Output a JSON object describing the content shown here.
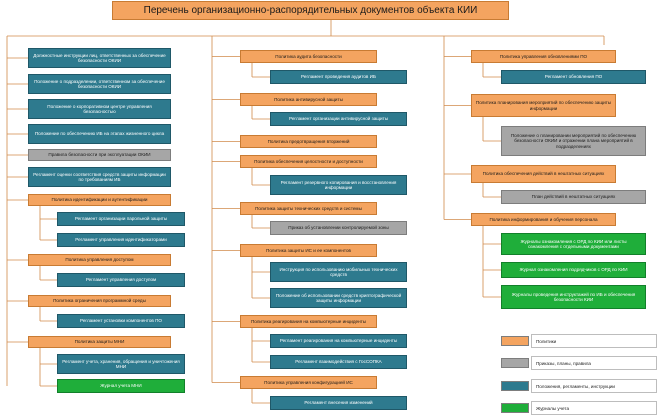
{
  "title": "Перечень организационно-распорядительных документов объекта КИИ",
  "colors": {
    "policy": "#f4a460",
    "order": "#a6a6a6",
    "regulation": "#2e7a8e",
    "journal": "#1fae3a",
    "line": "#d08a4a"
  },
  "nodes": {
    "c1": [
      {
        "text": "Должностные инструкции лиц, ответственных за обеспечение безопасности ОКИИ",
        "type": "regulation"
      },
      {
        "text": "Положение о подразделении, ответственном за обеспечение безопасности ОКИИ",
        "type": "regulation"
      },
      {
        "text": "Положение о корпоративном центре управления безопасностью",
        "type": "regulation"
      },
      {
        "text": "Положение по обеспечению ИБ на этапах жизненного цикла",
        "type": "regulation"
      },
      {
        "text": "Правила безопасности при эксплуатации ОКИИ",
        "type": "order"
      },
      {
        "text": "Регламент оценки соответствия средств защиты информации по требованиям ИБ",
        "type": "regulation"
      },
      {
        "text": "Политика идентификации и аутентификации",
        "type": "policy"
      },
      {
        "text": "Регламент организации парольной защиты",
        "type": "regulation"
      },
      {
        "text": "Регламент управления идентификаторами",
        "type": "regulation"
      },
      {
        "text": "Политика управления доступом",
        "type": "policy"
      },
      {
        "text": "Регламент управления доступом",
        "type": "regulation"
      },
      {
        "text": "Политика ограничения программной среды",
        "type": "policy"
      },
      {
        "text": "Регламент установки компонентов ПО",
        "type": "regulation"
      },
      {
        "text": "Политика защиты МНИ",
        "type": "policy"
      },
      {
        "text": "Регламент учета, хранения, обращения и уничтожения МНИ",
        "type": "regulation"
      },
      {
        "text": "Журнал учета МНИ",
        "type": "journal"
      }
    ],
    "c2": [
      {
        "text": "Политика аудита безопасности",
        "type": "policy"
      },
      {
        "text": "Регламент проведения аудитов ИБ",
        "type": "regulation"
      },
      {
        "text": "Политика антивирусной защиты",
        "type": "policy"
      },
      {
        "text": "Регламент организации антивирусной защиты",
        "type": "regulation"
      },
      {
        "text": "Политика предотвращения вторжений",
        "type": "policy"
      },
      {
        "text": "Политика обеспечения целостности и доступности",
        "type": "policy"
      },
      {
        "text": "Регламент резервного копирования и восстановления информации",
        "type": "regulation"
      },
      {
        "text": "Политика защиты технических средств и системы",
        "type": "policy"
      },
      {
        "text": "Приказ об установлении контролируемой зоны",
        "type": "order"
      },
      {
        "text": "Политика защиты ИС и ее компонентов",
        "type": "policy"
      },
      {
        "text": "Инструкция по использованию мобильных технических средств",
        "type": "regulation"
      },
      {
        "text": "Положение об использовании средств криптографической защиты информации",
        "type": "regulation"
      },
      {
        "text": "Политика реагирования на компьютерные инциденты",
        "type": "policy"
      },
      {
        "text": "Регламент реагирования на компьютерные инциденты",
        "type": "regulation"
      },
      {
        "text": "Регламент взаимодействия с ГосСОПКА",
        "type": "regulation"
      },
      {
        "text": "Политика управления конфигурацией ИС",
        "type": "policy"
      },
      {
        "text": "Регламент внесения изменений",
        "type": "regulation"
      }
    ],
    "c3": [
      {
        "text": "Политика управления обновлениями ПО",
        "type": "policy"
      },
      {
        "text": "Регламент обновления ПО",
        "type": "regulation"
      },
      {
        "text": "Политика планирования мероприятий по обеспечению защиты информации",
        "type": "policy"
      },
      {
        "text": "Положение о планировании мероприятий по обеспечению безопасности ОКИИ и отражении плана мероприятий в подразделениях",
        "type": "order"
      },
      {
        "text": "Политика обеспечения действий в нештатных ситуациях",
        "type": "policy"
      },
      {
        "text": "План действий в нештатных ситуациях",
        "type": "order"
      },
      {
        "text": "Политика информирования и обучения персонала",
        "type": "policy"
      },
      {
        "text": "Журналы ознакомления с ОРД по КИИ или листы ознакомления с отдельными документами",
        "type": "journal"
      },
      {
        "text": "Журнал ознакомления подрядчиков с ОРД по КИИ",
        "type": "journal"
      },
      {
        "text": "Журналы проведения инструктажей по ИБ и обеспечения безопасности КИИ",
        "type": "journal"
      }
    ]
  },
  "legend": [
    {
      "label": "Политики",
      "type": "policy"
    },
    {
      "label": "Приказы, планы, правила",
      "type": "order"
    },
    {
      "label": "Положения, регламенты, инструкции",
      "type": "regulation"
    },
    {
      "label": "Журналы учета",
      "type": "journal"
    }
  ]
}
